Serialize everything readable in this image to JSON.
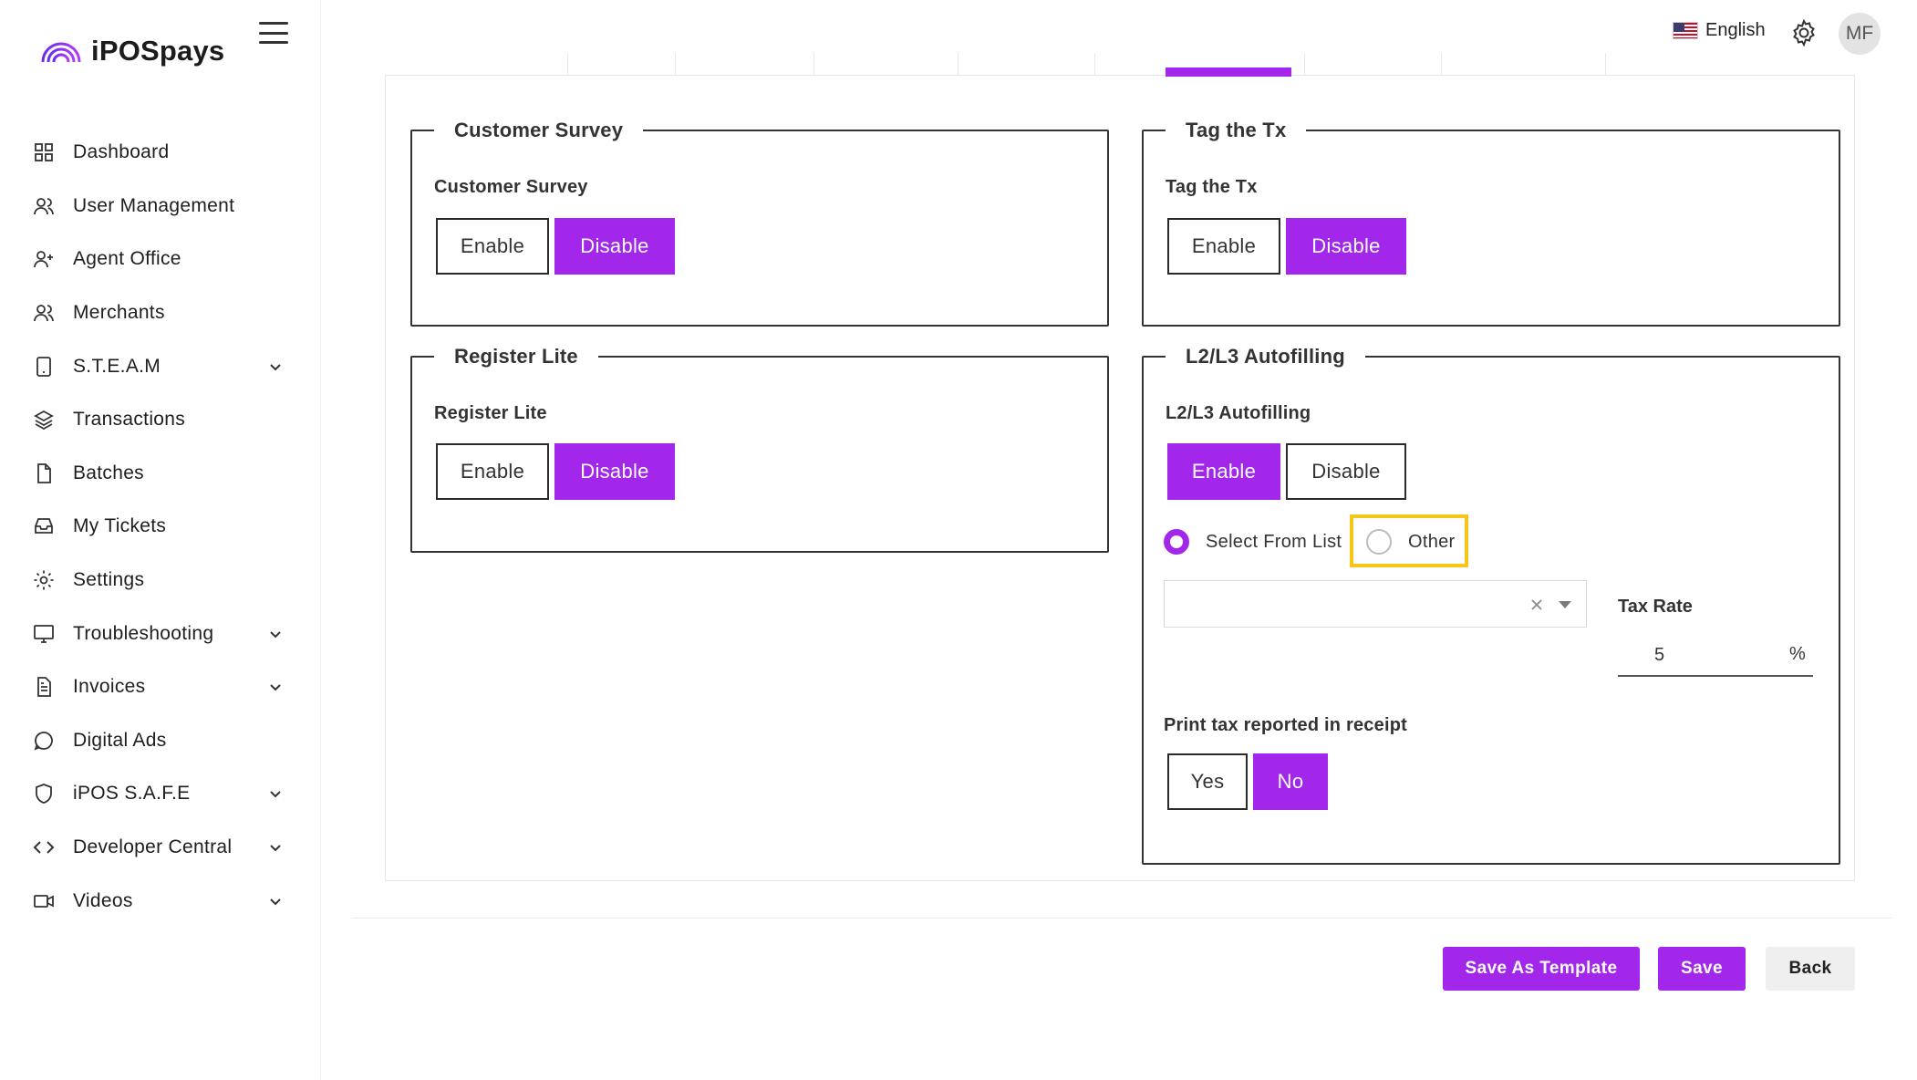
{
  "brand": {
    "name": "iPOSpays"
  },
  "sidebar": {
    "items": [
      {
        "label": "Dashboard",
        "icon": "grid-icon",
        "expandable": false
      },
      {
        "label": "User Management",
        "icon": "users-icon",
        "expandable": false
      },
      {
        "label": "Agent Office",
        "icon": "user-plus-icon",
        "expandable": false
      },
      {
        "label": "Merchants",
        "icon": "users-icon",
        "expandable": false
      },
      {
        "label": "S.T.E.A.M",
        "icon": "tablet-icon",
        "expandable": true
      },
      {
        "label": "Transactions",
        "icon": "layers-icon",
        "expandable": false
      },
      {
        "label": "Batches",
        "icon": "file-icon",
        "expandable": false
      },
      {
        "label": "My Tickets",
        "icon": "inbox-icon",
        "expandable": false
      },
      {
        "label": "Settings",
        "icon": "gear-icon",
        "expandable": false
      },
      {
        "label": "Troubleshooting",
        "icon": "monitor-icon",
        "expandable": true
      },
      {
        "label": "Invoices",
        "icon": "document-icon",
        "expandable": true
      },
      {
        "label": "Digital Ads",
        "icon": "chat-icon",
        "expandable": false
      },
      {
        "label": "iPOS S.A.F.E",
        "icon": "shield-icon",
        "expandable": true
      },
      {
        "label": "Developer Central",
        "icon": "code-icon",
        "expandable": true
      },
      {
        "label": "Videos",
        "icon": "video-icon",
        "expandable": true
      }
    ]
  },
  "header": {
    "language": "English",
    "avatar_initials": "MF"
  },
  "sections": {
    "customer_survey": {
      "legend": "Customer Survey",
      "title": "Customer Survey",
      "enable": "Enable",
      "disable": "Disable",
      "selected": "Disable"
    },
    "tag_tx": {
      "legend": "Tag the Tx",
      "title": "Tag the Tx",
      "enable": "Enable",
      "disable": "Disable",
      "selected": "Disable"
    },
    "register_lite": {
      "legend": "Register Lite",
      "title": "Register Lite",
      "enable": "Enable",
      "disable": "Disable",
      "selected": "Disable"
    },
    "l2l3": {
      "legend": "L2/L3 Autofilling",
      "title": "L2/L3 Autofilling",
      "enable": "Enable",
      "disable": "Disable",
      "selected": "Enable",
      "radio_select_from_list": "Select From List",
      "radio_other": "Other",
      "radio_selected": "Select From List",
      "select_value": "",
      "tax_rate_label": "Tax Rate",
      "tax_rate_value": "5",
      "tax_rate_unit": "%",
      "print_tax_label": "Print tax reported in receipt",
      "yes": "Yes",
      "no": "No",
      "print_selected": "No"
    }
  },
  "actions": {
    "save_as_template": "Save As Template",
    "save": "Save",
    "back": "Back"
  },
  "colors": {
    "accent": "#a227ea",
    "highlight": "#f5c518"
  }
}
